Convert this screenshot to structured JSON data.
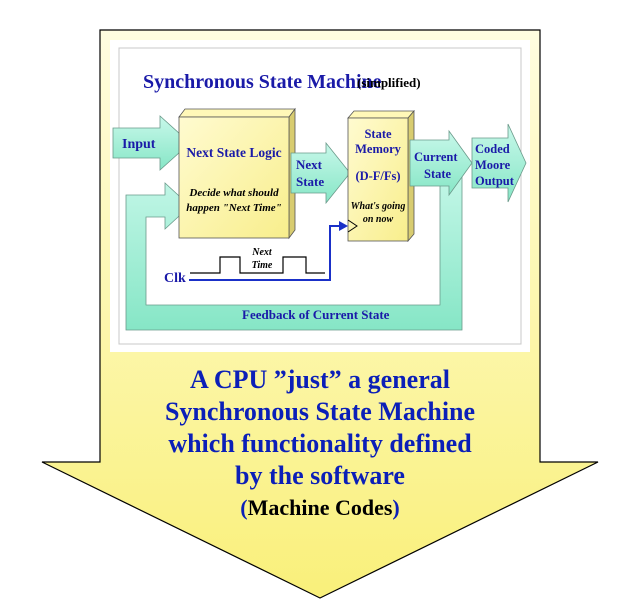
{
  "diagram": {
    "title": "Synchronous State Machine",
    "title_suffix": "(simplified)",
    "input_label": "Input",
    "next_state_logic": {
      "title": "Next State Logic",
      "desc_line1": "Decide what should",
      "desc_line2": "happen \"Next Time\""
    },
    "next_state_label_line1": "Next",
    "next_state_label_line2": "State",
    "state_memory": {
      "line1": "State",
      "line2": "Memory",
      "line3": "(D-F/Fs)",
      "desc_line1": "What's going",
      "desc_line2": "on now"
    },
    "current_state_line1": "Current",
    "current_state_line2": "State",
    "output_line1": "Coded",
    "output_line2": "Moore",
    "output_line3": "Output",
    "clk_label": "Clk",
    "next_time_line1": "Next",
    "next_time_line2": "Time",
    "feedback_label": "Feedback of Current State"
  },
  "caption": {
    "line1": "A CPU ”just” a general",
    "line2": "Synchronous State Machine",
    "line3": "which functionality defined",
    "line4": "by the software",
    "line5_open": "(",
    "line5_text": "Machine Codes",
    "line5_close": ")"
  },
  "colors": {
    "big_arrow_fill": "#fbf7a6",
    "box_fill": "#fcf5a4",
    "teal_arrow": "#a8f0d8",
    "title_blue": "#1a1aa8",
    "caption_blue": "#0b1fb8"
  }
}
